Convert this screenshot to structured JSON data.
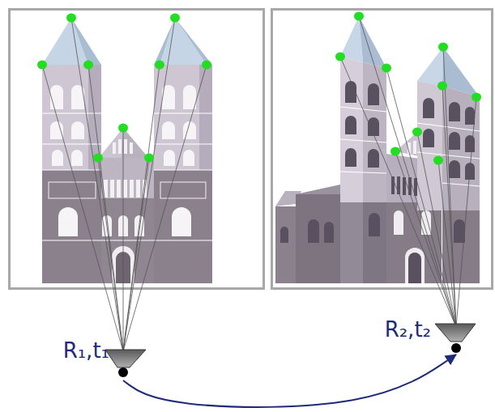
{
  "diagram": {
    "nodes": [
      {
        "text": [
          "R₁,t₁"
        ]
      },
      {
        "text": [
          "R₂,t₂"
        ]
      }
    ],
    "edges": [
      {
        "from": 0,
        "to": 1,
        "arrow": "to"
      }
    ]
  }
}
